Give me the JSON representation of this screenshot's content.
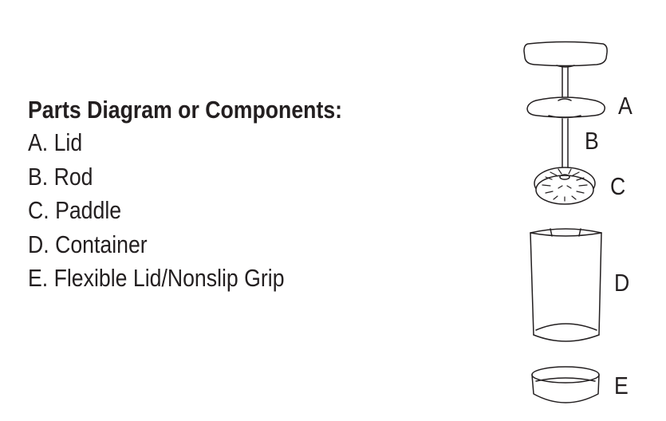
{
  "parts": {
    "title": "Parts Diagram or Components:",
    "items": [
      "A. Lid",
      "B. Rod",
      "C. Paddle",
      "D. Container",
      "E. Flexible Lid/Nonslip Grip"
    ]
  },
  "callouts": {
    "a": "A",
    "b": "B",
    "c": "C",
    "d": "D",
    "e": "E"
  }
}
